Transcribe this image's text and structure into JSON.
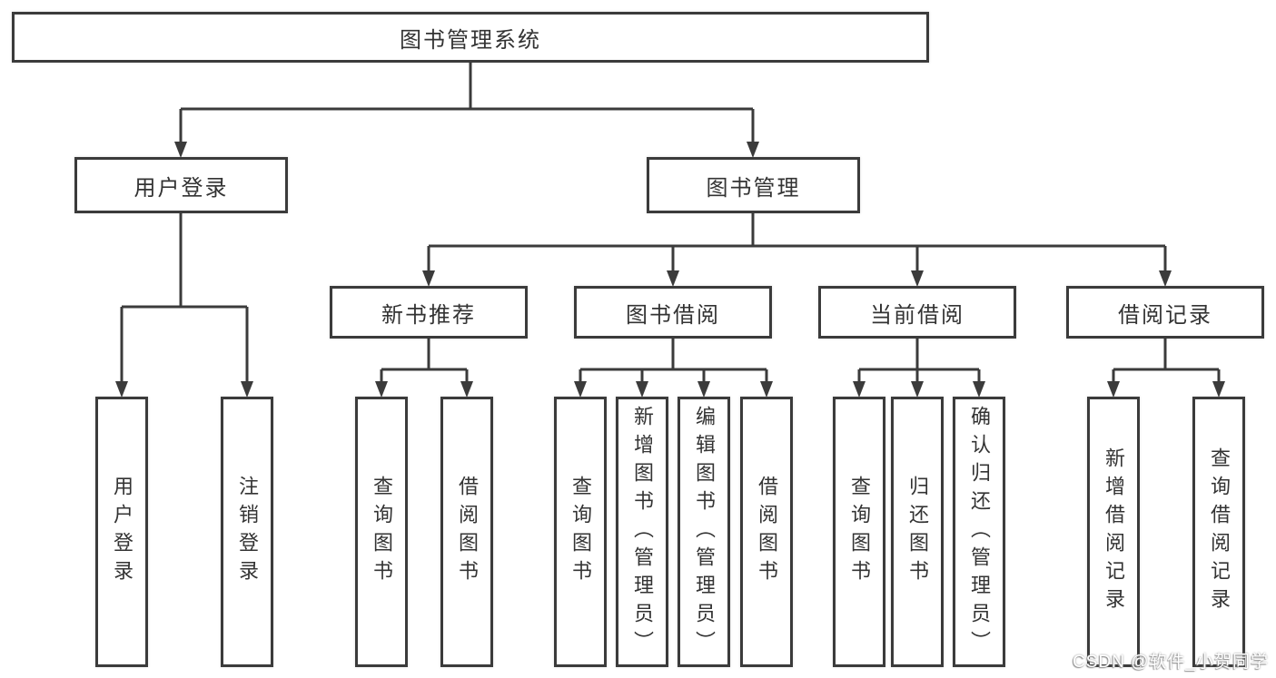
{
  "tree": {
    "root": {
      "label": "图书管理系统"
    },
    "children": [
      {
        "label": "用户登录",
        "children": [
          {
            "label": "用户登录"
          },
          {
            "label": "注销登录"
          }
        ]
      },
      {
        "label": "图书管理",
        "children": [
          {
            "label": "新书推荐",
            "children": [
              {
                "label": "查询图书"
              },
              {
                "label": "借阅图书"
              }
            ]
          },
          {
            "label": "图书借阅",
            "children": [
              {
                "label": "查询图书"
              },
              {
                "label": "新增图书（管理员）"
              },
              {
                "label": "编辑图书（管理员）"
              },
              {
                "label": "借阅图书"
              }
            ]
          },
          {
            "label": "当前借阅",
            "children": [
              {
                "label": "查询图书"
              },
              {
                "label": "归还图书"
              },
              {
                "label": "确认归还（管理员）"
              }
            ]
          },
          {
            "label": "借阅记录",
            "children": [
              {
                "label": "新增借阅记录"
              },
              {
                "label": "查询借阅记录"
              }
            ]
          }
        ]
      }
    ]
  },
  "watermark": {
    "text": "CSDN @软件_小贺同学"
  },
  "colors": {
    "line": "#3b3b3b",
    "text": "#333333",
    "background": "#ffffff",
    "watermark_text": "#ffffff",
    "watermark_shadow": "#8f8f8f"
  }
}
